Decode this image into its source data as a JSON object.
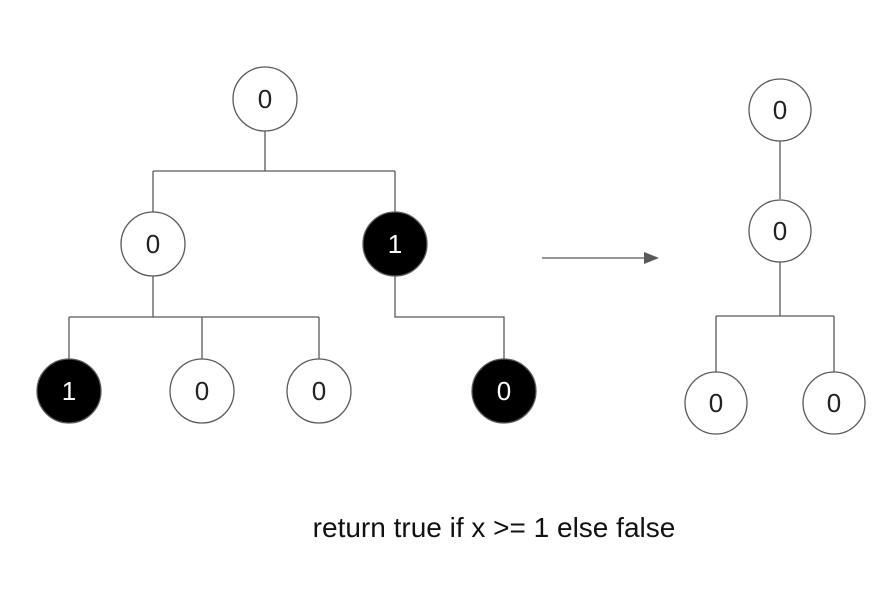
{
  "left_tree": {
    "root": {
      "label": "0",
      "fill": "white"
    },
    "a": {
      "label": "0",
      "fill": "white"
    },
    "b": {
      "label": "1",
      "fill": "black"
    },
    "a1": {
      "label": "1",
      "fill": "black"
    },
    "a2": {
      "label": "0",
      "fill": "white"
    },
    "a3": {
      "label": "0",
      "fill": "white"
    },
    "b1": {
      "label": "0",
      "fill": "black"
    }
  },
  "right_tree": {
    "root": {
      "label": "0",
      "fill": "white"
    },
    "mid": {
      "label": "0",
      "fill": "white"
    },
    "c1": {
      "label": "0",
      "fill": "white"
    },
    "c2": {
      "label": "0",
      "fill": "white"
    }
  },
  "caption": "return true if x >= 1 else false",
  "colors": {
    "line": "#595959",
    "dark_node": "#000000",
    "light_node": "#ffffff"
  }
}
